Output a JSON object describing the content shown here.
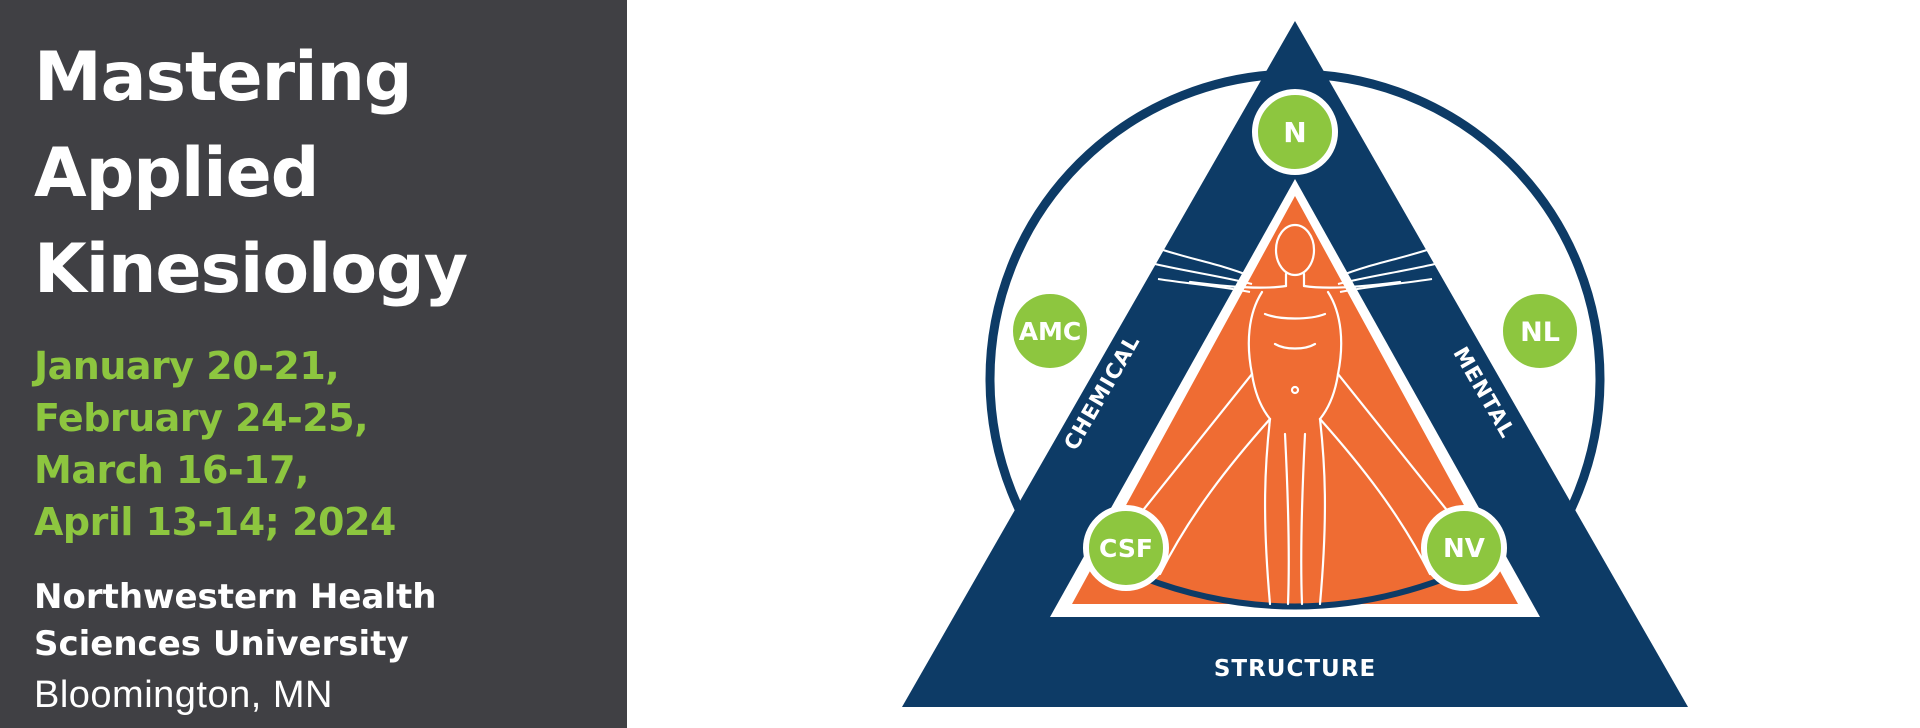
{
  "title_lines": [
    "Mastering",
    "Applied",
    "Kinesiology"
  ],
  "date_lines": [
    "January 20-21,",
    "February 24-25,",
    "March 16-17,",
    "April 13-14; 2024"
  ],
  "school_lines": [
    "Northwestern Health",
    "Sciences University"
  ],
  "location": "Bloomington, MN",
  "logo": {
    "side_labels": {
      "left": "CHEMICAL",
      "right": "MENTAL",
      "bottom": "STRUCTURE"
    },
    "circles": {
      "top": "N",
      "left": "AMC",
      "right": "NL",
      "inner_left": "CSF",
      "inner_right": "NV"
    },
    "figure_icon": "human-figure-icon"
  },
  "colors": {
    "panel_bg": "#404044",
    "date_green": "#8dc63f",
    "navy": "#0d3b66",
    "orange": "#ef6c33",
    "circle_green": "#8dc63f",
    "white": "#ffffff"
  }
}
